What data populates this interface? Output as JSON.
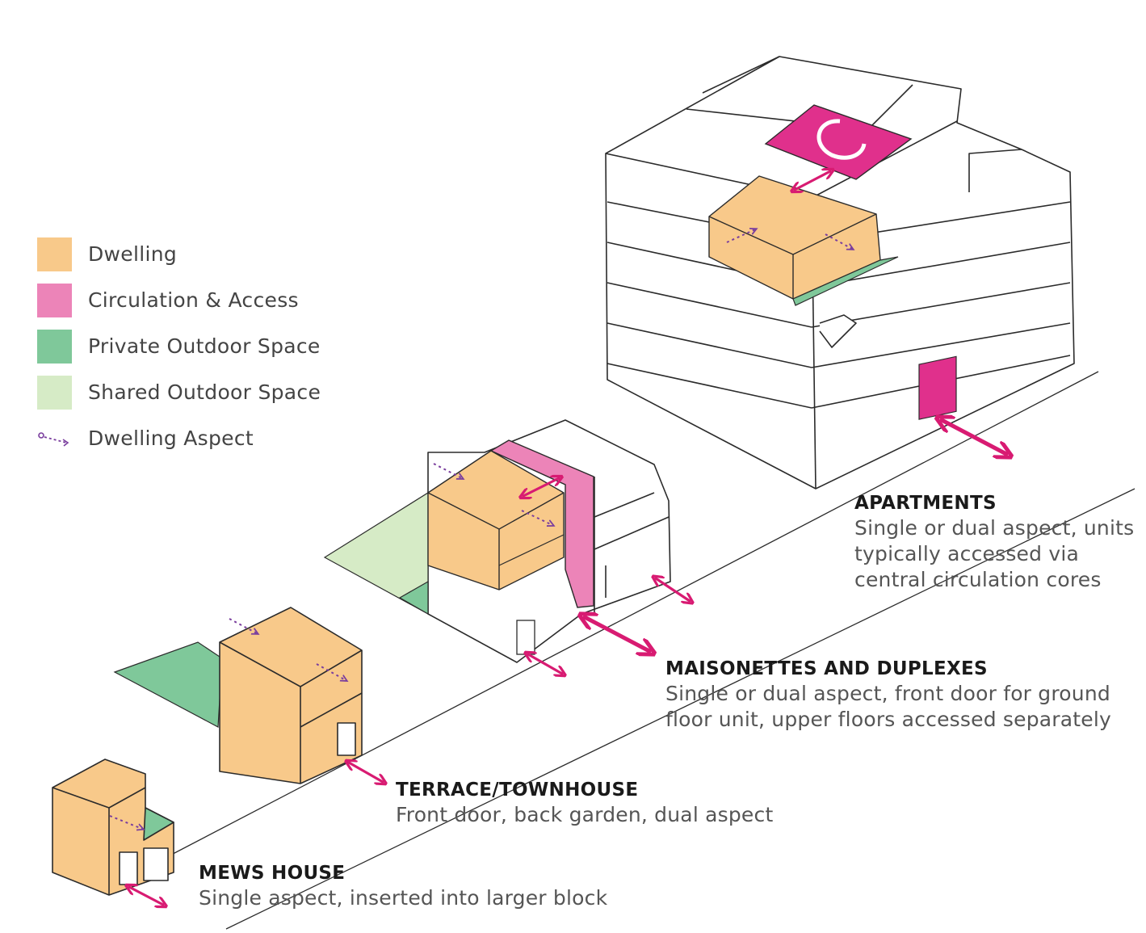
{
  "legend": {
    "items": [
      {
        "label": "Dwelling",
        "color": "#F8C98A"
      },
      {
        "label": "Circulation & Access",
        "color": "#EC84B8"
      },
      {
        "label": "Private Outdoor Space",
        "color": "#7FC89A"
      },
      {
        "label": "Shared Outdoor Space",
        "color": "#D6EBC6"
      }
    ],
    "aspect": {
      "label": "Dwelling Aspect",
      "color": "#7A3E9E"
    }
  },
  "captions": {
    "apartments": {
      "title": "APARTMENTS",
      "lines": [
        "Single or dual aspect, units",
        "typically accessed via",
        "central circulation cores"
      ]
    },
    "maisonettes": {
      "title": "MAISONETTES AND DUPLEXES",
      "lines": [
        "Single or dual aspect, front door for ground",
        "floor unit, upper floors accessed separately"
      ]
    },
    "terrace": {
      "title": "TERRACE/TOWNHOUSE",
      "lines": [
        "Front door, back garden, dual aspect"
      ]
    },
    "mews": {
      "title": "MEWS HOUSE",
      "lines": [
        "Single aspect, inserted into larger block"
      ]
    }
  },
  "colors": {
    "line": "#2b2b2b",
    "access_arrow": "#D81B72",
    "dwelling": "#F8C98A",
    "circulation": "#EC84B8",
    "circulation_strong": "#E0308C",
    "private_outdoor": "#7FC89A",
    "shared_outdoor": "#D6EBC6"
  }
}
